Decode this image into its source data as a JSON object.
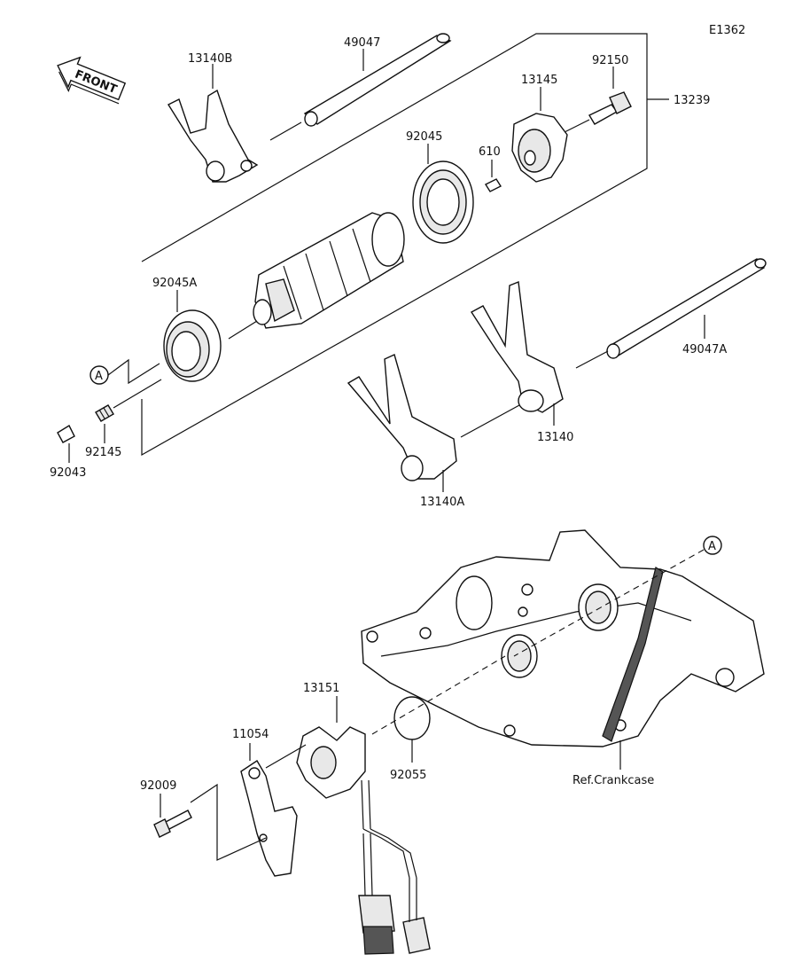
{
  "diagram_id": "E1362",
  "front_label": "FRONT",
  "callout": "A",
  "parts": {
    "p49047": "49047",
    "p13140B": "13140B",
    "p92150": "92150",
    "p13145": "13145",
    "p13239": "13239",
    "p92045": "92045",
    "p610": "610",
    "p92045A": "92045A",
    "p49047A": "49047A",
    "p92145": "92145",
    "p92043": "92043",
    "p13140": "13140",
    "p13140A": "13140A",
    "p13151": "13151",
    "p11054": "11054",
    "p92009": "92009",
    "p92055": "92055",
    "ref": "Ref.Crankcase"
  }
}
